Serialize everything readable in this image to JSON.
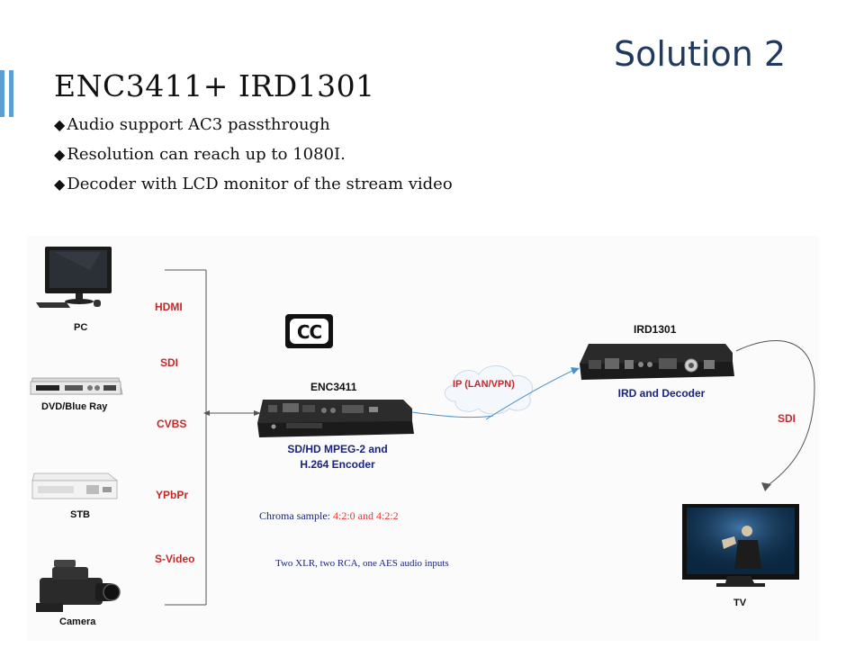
{
  "header": {
    "solution_title": "Solution 2",
    "main_title": "ENC3411+ IRD1301"
  },
  "bullets": [
    "Audio support AC3 passthrough",
    "Resolution can reach up to 1080I.",
    "Decoder with LCD monitor of the stream video"
  ],
  "bullet_symbol": "◆",
  "sources": [
    {
      "label": "PC",
      "icon": "pc-monitor-icon"
    },
    {
      "label": "DVD/Blue Ray",
      "icon": "dvd-player-icon"
    },
    {
      "label": "STB",
      "icon": "set-top-box-icon"
    },
    {
      "label": "Camera",
      "icon": "video-camera-icon"
    }
  ],
  "signals": [
    "HDMI",
    "SDI",
    "CVBS",
    "YPbPr",
    "S-Video"
  ],
  "encoder": {
    "name": "ENC3411",
    "description_line1": "SD/HD MPEG-2 and",
    "description_line2": "H.264 Encoder"
  },
  "network": {
    "label": "IP (LAN/VPN)",
    "icon": "cloud-icon"
  },
  "decoder": {
    "name": "IRD1301",
    "description": "IRD and Decoder"
  },
  "output": {
    "signal": "SDI",
    "label": "TV",
    "icon": "tv-icon"
  },
  "cc_logo": {
    "text": "CC",
    "icon": "closed-caption-icon"
  },
  "notes": {
    "chroma_prefix": "Chroma sample: ",
    "chroma_value": "4:2:0 and 4:2:2",
    "audio_inputs": "Two XLR, two RCA, one AES audio inputs"
  },
  "colors": {
    "title": "#1f3a5e",
    "signal_label": "#c62828",
    "description": "#1a237e",
    "accent": "#5d9fd3",
    "flow_line": "#4a90c8"
  }
}
